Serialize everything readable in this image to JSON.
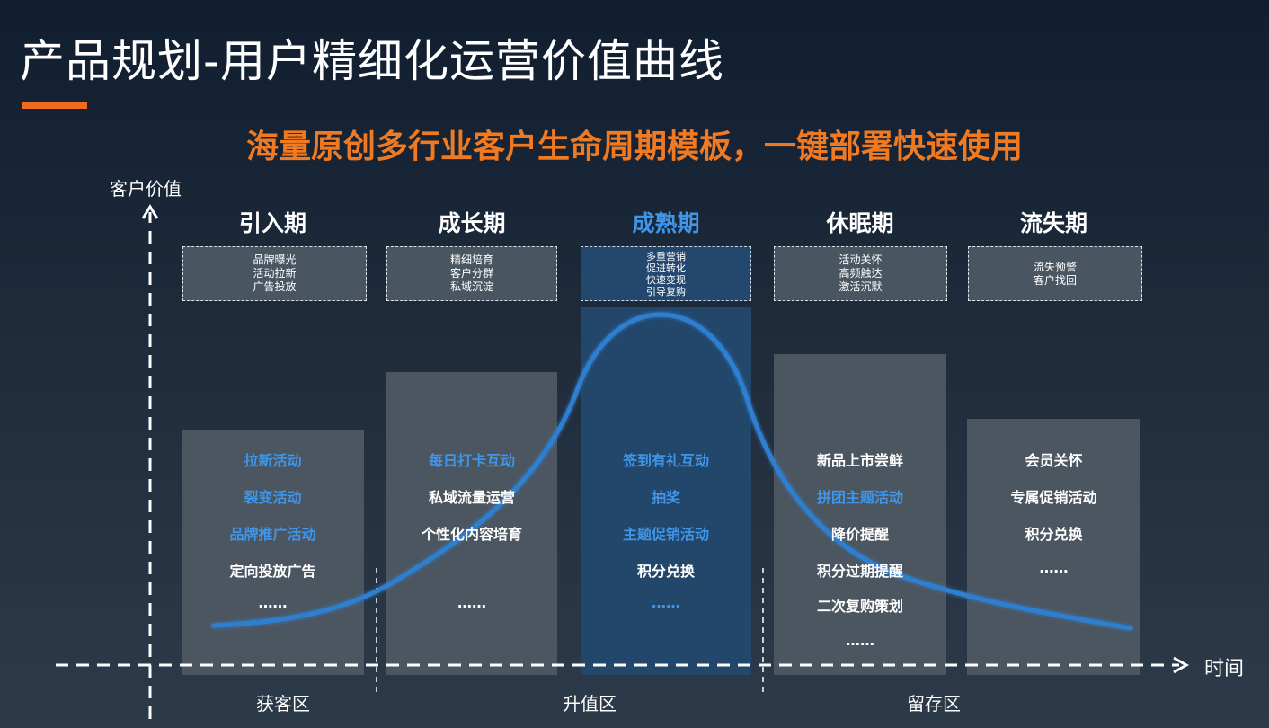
{
  "header": {
    "title": "产品规划-用户精细化运营价值曲线",
    "subtitle": "海量原创多行业客户生命周期模板，一键部署快速使用",
    "accent_color": "#f06a1f"
  },
  "axes": {
    "y_label": "客户价值",
    "x_label": "时间"
  },
  "stages": [
    {
      "title": "引入期",
      "tags": [
        "品牌曝光",
        "活动拉新",
        "广告投放"
      ],
      "items": [
        {
          "text": "拉新活动",
          "blue": true
        },
        {
          "text": "裂变活动",
          "blue": true
        },
        {
          "text": "品牌推广活动",
          "blue": true
        },
        {
          "text": "定向投放广告",
          "blue": false
        },
        {
          "text": "……",
          "blue": false
        }
      ]
    },
    {
      "title": "成长期",
      "tags": [
        "精细培育",
        "客户分群",
        "私域沉淀"
      ],
      "items": [
        {
          "text": "每日打卡互动",
          "blue": true
        },
        {
          "text": "私域流量运营",
          "blue": false
        },
        {
          "text": "个性化内容培育",
          "blue": false
        },
        {
          "text": "……",
          "blue": false
        }
      ]
    },
    {
      "title": "成熟期",
      "highlight": true,
      "tags": [
        "多重营销",
        "促进转化",
        "快速变现",
        "引导复购"
      ],
      "items": [
        {
          "text": "签到有礼互动",
          "blue": true
        },
        {
          "text": "抽奖",
          "blue": true
        },
        {
          "text": "主题促销活动",
          "blue": true
        },
        {
          "text": "积分兑换",
          "blue": false
        },
        {
          "text": "……",
          "blue": true
        }
      ]
    },
    {
      "title": "休眠期",
      "tags": [
        "活动关怀",
        "高频触达",
        "激活沉默"
      ],
      "items": [
        {
          "text": "新品上市尝鲜",
          "blue": false
        },
        {
          "text": "拼团主题活动",
          "blue": true
        },
        {
          "text": "降价提醒",
          "blue": false
        },
        {
          "text": "积分过期提醒",
          "blue": false
        },
        {
          "text": "二次复购策划",
          "blue": false
        },
        {
          "text": "……",
          "blue": false
        }
      ]
    },
    {
      "title": "流失期",
      "tags": [
        "流失预警",
        "客户找回"
      ],
      "items": [
        {
          "text": "会员关怀",
          "blue": false
        },
        {
          "text": "专属促销活动",
          "blue": false
        },
        {
          "text": "积分兑换",
          "blue": false
        },
        {
          "text": "……",
          "blue": false
        }
      ]
    }
  ],
  "zones": [
    "获客区",
    "升值区",
    "留存区"
  ],
  "colors": {
    "highlight_title": "#3f95e8",
    "curve": "#2f7fd0",
    "blue_item": "#3f95e8"
  }
}
